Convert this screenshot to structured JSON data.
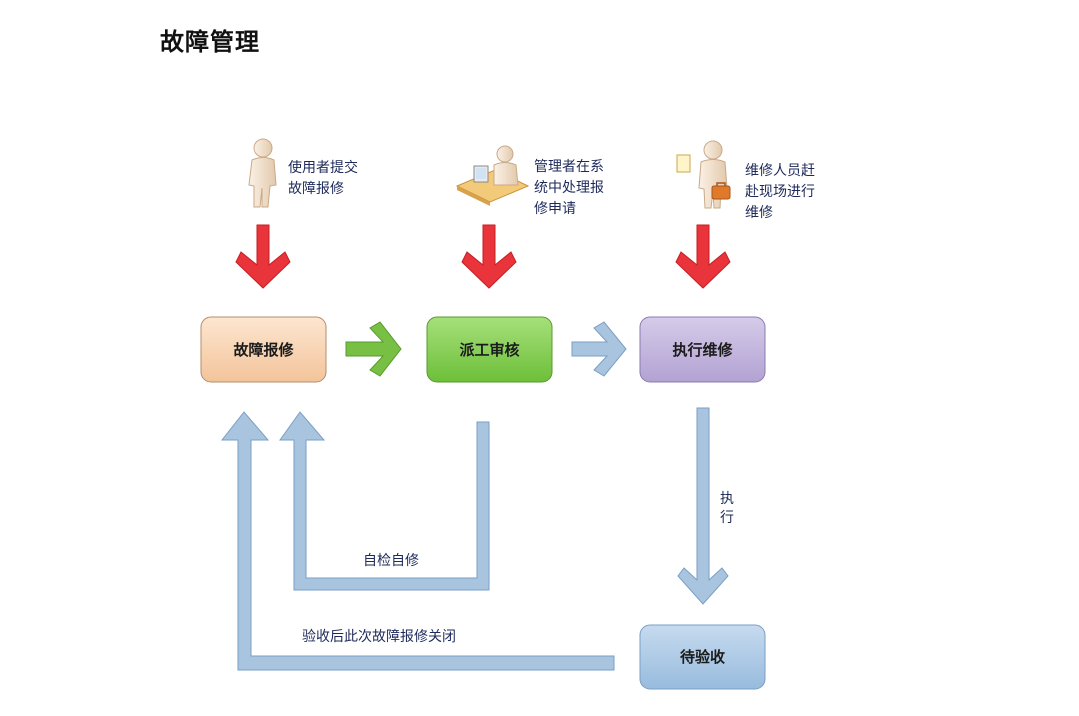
{
  "title": "故障管理",
  "actors": [
    {
      "lines": [
        "使用者提交",
        "故障报修"
      ]
    },
    {
      "lines": [
        "管理者在系",
        "统中处理报",
        "修申请"
      ]
    },
    {
      "lines": [
        "维修人员赶",
        "赴现场进行",
        "维修"
      ]
    }
  ],
  "boxes": {
    "report": "故障报修",
    "dispatch": "派工审核",
    "execute": "执行维修",
    "accept": "待验收"
  },
  "labels": {
    "self_check": "自检自修",
    "execute_vertical": [
      "执",
      "行"
    ],
    "close_after_accept": "验收后此次故障报修关闭"
  },
  "colors": {
    "red_arrow": "#e8343a",
    "green_arrow": "#77c043",
    "blue_arrow": "#a9c4de",
    "blue_arrow_stroke": "#7a9fc4",
    "box_report": "#f8d4b0",
    "box_dispatch": "#7fcf4a",
    "box_execute": "#c1b3dc",
    "box_accept": "#a9c8e6"
  }
}
